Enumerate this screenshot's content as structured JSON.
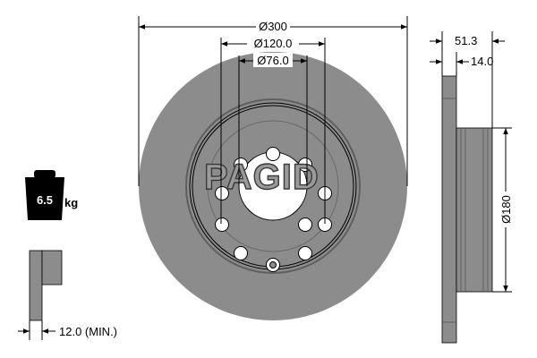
{
  "dimensions": {
    "outer_diameter": "Ø300",
    "pitch_circle_diameter": "Ø120.0",
    "center_bore_diameter": "Ø76.0",
    "overall_height": "51.3",
    "disc_thickness": "14.0",
    "hat_diameter": "Ø180",
    "min_thickness": "12.0 (MIN.)"
  },
  "weight": {
    "value": "6.5",
    "unit": "kg"
  },
  "brand": {
    "logo_text": "PAGID"
  },
  "colors": {
    "disc": "#8c8c8c",
    "line": "#000000",
    "background": "#ffffff"
  },
  "icons": [
    "weight-icon",
    "disc-profile-icon"
  ]
}
